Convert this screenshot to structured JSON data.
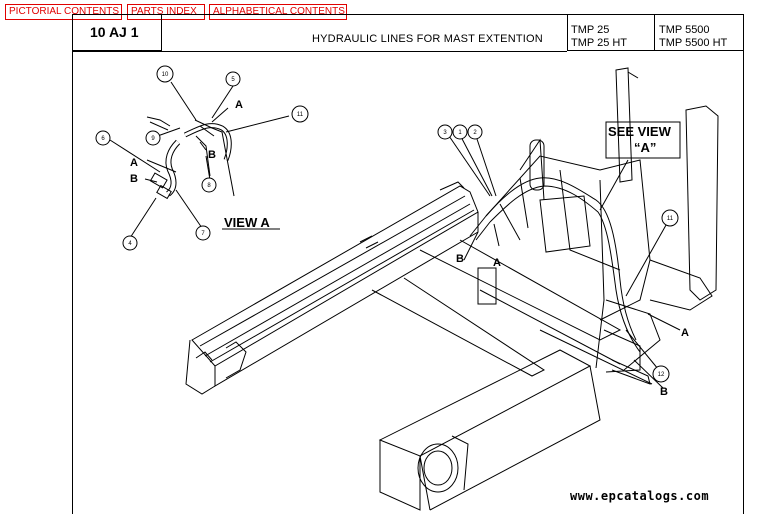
{
  "nav": {
    "pictorial": "PICTORIAL CONTENTS",
    "parts_index": "PARTS INDEX",
    "alphabetical": "ALPHABETICAL CONTENTS"
  },
  "header": {
    "code": "10 AJ 1",
    "title": "HYDRAULIC LINES FOR MAST EXTENTION",
    "models_left": [
      "TMP 25",
      "TMP 25 HT"
    ],
    "models_right": [
      "TMP 5500",
      "TMP 5500 HT"
    ]
  },
  "diagram": {
    "view_a_label": "VIEW A",
    "see_view_line1": "SEE VIEW",
    "see_view_line2": "“A”",
    "letter_a": "A",
    "letter_b": "B",
    "callouts": {
      "c1": "1",
      "c2": "2",
      "c3": "3",
      "c4": "4",
      "c5": "5",
      "c6": "6",
      "c7": "7",
      "c8": "8",
      "c9": "9",
      "c10": "10",
      "c11": "11",
      "c12": "12"
    }
  },
  "watermark": "www.epcatalogs.com",
  "colors": {
    "link": "#e00000",
    "line": "#000000"
  }
}
